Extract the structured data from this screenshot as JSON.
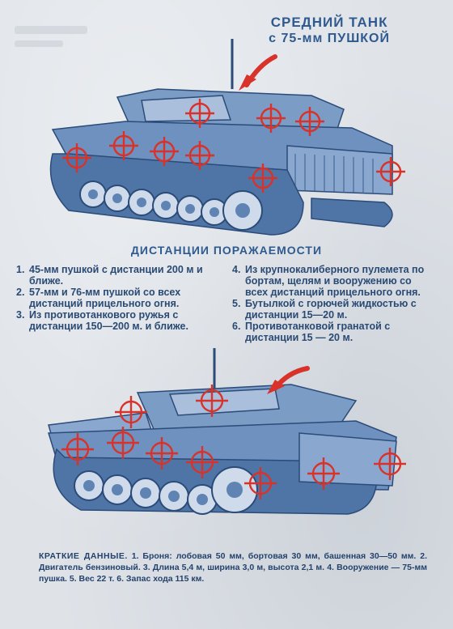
{
  "title": {
    "line1": "СРЕДНИЙ ТАНК",
    "line2": "с 75-мм ПУШКОЙ"
  },
  "section_title": "ДИСТАНЦИИ ПОРАЖАЕМОСТИ",
  "distances_left": [
    {
      "num": "1.",
      "text": "45-мм пушкой с дистанции 200 м и ближе."
    },
    {
      "num": "2.",
      "text": "57-мм и 76-мм пушкой со всех дистанций прицельного огня."
    },
    {
      "num": "3.",
      "text": "Из противотанкового ружья с дистанции 150—200 м. и ближе."
    }
  ],
  "distances_right": [
    {
      "num": "4.",
      "text": "Из крупнокалиберного пулемета по бортам, щелям и вооружению со всех дистанций прицельного огня."
    },
    {
      "num": "5.",
      "text": "Бутылкой с горючей жидкостью с дистанции 15—20 м."
    },
    {
      "num": "6.",
      "text": "Противотанковой гранатой с дистанции 15 — 20 м."
    }
  ],
  "brief_data": {
    "label": "КРАТКИЕ ДАННЫЕ.",
    "text": "1. Броня: лобовая 50 мм, бортовая 30 мм, башенная 30—50 мм. 2. Двигатель бензиновый. 3. Длина 5,4 м, ширина 3,0 м, высота 2,1 м. 4. Вооружение — 75-мм пушка. 5. Вес 22 т. 6. Запас хода 115 км."
  },
  "colors": {
    "ink_blue": "#2f5a8f",
    "target_red": "#d8322b",
    "paper": "#dfe3e8"
  }
}
